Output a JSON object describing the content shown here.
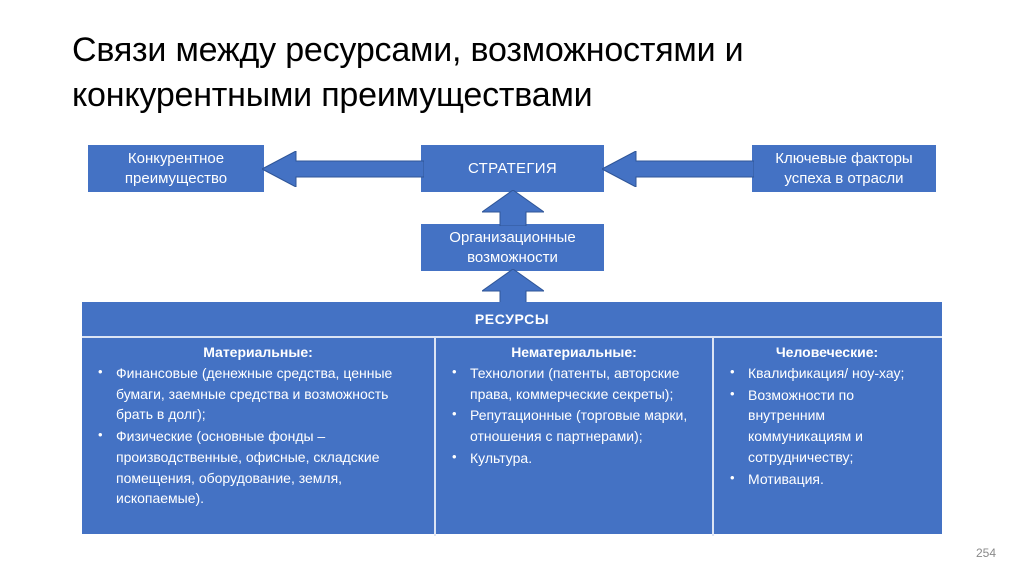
{
  "slide": {
    "title": "Связи между ресурсами, возможностями и конкурентными преимуществами",
    "page_number": "254",
    "accent_color": "#4472C4",
    "divider_color": "#DCE4F4",
    "text_color": "#FFFFFF"
  },
  "diagram": {
    "boxes": {
      "competitive_advantage": "Конкурентное преимущество",
      "strategy": "СТРАТЕГИЯ",
      "key_success_factors": "Ключевые факторы успеха в отрасли",
      "organizational_capabilities": "Организационные возможности"
    },
    "arrows": [
      {
        "name": "strategy-to-advantage",
        "direction": "left"
      },
      {
        "name": "ksf-to-strategy",
        "direction": "left"
      },
      {
        "name": "capabilities-to-strategy",
        "direction": "up"
      },
      {
        "name": "resources-to-capabilities",
        "direction": "up"
      }
    ]
  },
  "resources": {
    "header": "РЕСУРСЫ",
    "columns": [
      {
        "title": "Материальные:",
        "items": [
          "Финансовые (денежные средства, ценные бумаги, заемные средства и возможность брать в долг);",
          "Физические (основные фонды – производственные, офисные, складские помещения, оборудование, земля, ископаемые)."
        ]
      },
      {
        "title": "Нематериальные:",
        "items": [
          "Технологии (патенты, авторские права, коммерческие секреты);",
          "Репутационные (торговые марки, отношения с партнерами);",
          "Культура."
        ]
      },
      {
        "title": "Человеческие:",
        "items": [
          "Квалификация/ ноу-хау;",
          "Возможности по внутренним коммуникациям и сотрудничеству;",
          "Мотивация."
        ]
      }
    ]
  }
}
